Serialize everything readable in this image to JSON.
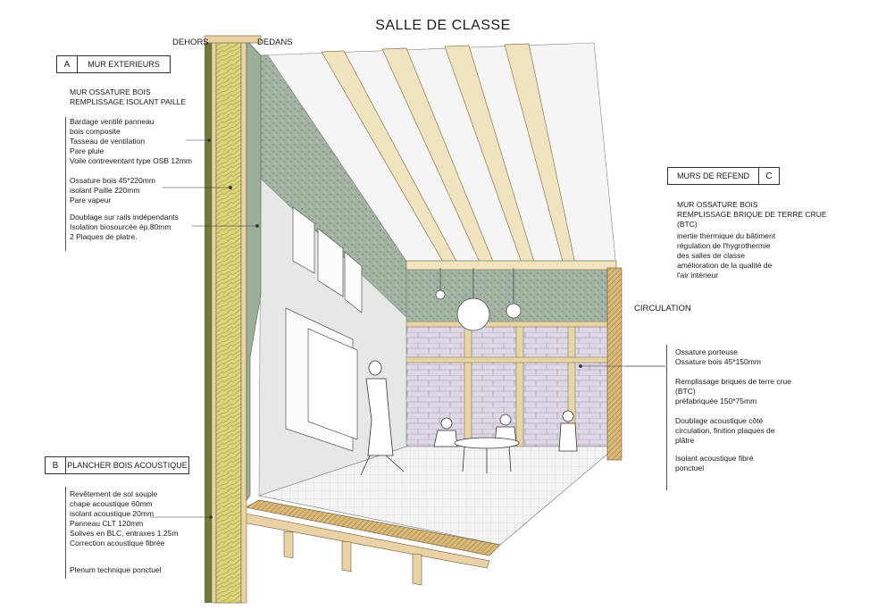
{
  "title": "SALLE DE CLASSE",
  "labels": {
    "outside": "DEHORS",
    "inside": "DEDANS",
    "circulation": "CIRCULATION"
  },
  "section_a": {
    "letter": "A",
    "name": "MUR EXTERIEURS",
    "heading": [
      "MUR OSSATURE BOIS",
      "REMPLISSAGE  ISOLANT PAILLE"
    ],
    "group1": [
      "Bardage ventilé panneau",
      "bois composite",
      "Tasseau de ventilation",
      "Pare pluie",
      "Voile contreventant type OSB 12mm"
    ],
    "group2": [
      "Ossature bois 45*220mm",
      "isolant Paille 220mm",
      "Pare vapeur"
    ],
    "group3": [
      "Doublage sur rails indépendants",
      "Isolation biosourcée ép.80mm",
      "2 Plaques de platre."
    ]
  },
  "section_b": {
    "letter": "B",
    "name": "PLANCHER BOIS ACOUSTIQUE",
    "group1": [
      "Revêtement de sol souple",
      "chape acoustique 60mm",
      "isolant acoustique 20mm",
      "Panneau CLT 120mm",
      "Solives en BLC, entraxes 1.25m",
      "Correction acoustique fibrée"
    ],
    "group2": [
      "Plenum technique ponctuel"
    ]
  },
  "section_c": {
    "letter": "C",
    "name": "MURS DE REFEND",
    "heading": [
      "MUR OSSATURE BOIS",
      "REMPLISSAGE  BRIQUE DE TERRE CRUE",
      "(BTC)"
    ],
    "description": [
      "inertie thermique du bâtiment",
      "régulation de l'hygrothermie",
      "des salles de classe",
      "amélioration de la qualité de",
      "l'air intérieur"
    ],
    "group1": [
      "Ossature porteuse",
      "Ossature bois 45*150mm"
    ],
    "group2": [
      "Remplissage briques de terre crue",
      "(BTC)",
      "préfabriquée 150*75mm"
    ],
    "group3": [
      "Doublage acoustique côté",
      "circulation, finition plaques de",
      "plâtre"
    ],
    "group4": [
      "Isolant acoustique fibré",
      "ponctuel"
    ]
  },
  "colors": {
    "insulation": "#d9d27a",
    "timber": "#e9d3a6",
    "cladding": "#6b7d3a",
    "plaster": "#9fae99",
    "brick": "#ddd6e4"
  }
}
